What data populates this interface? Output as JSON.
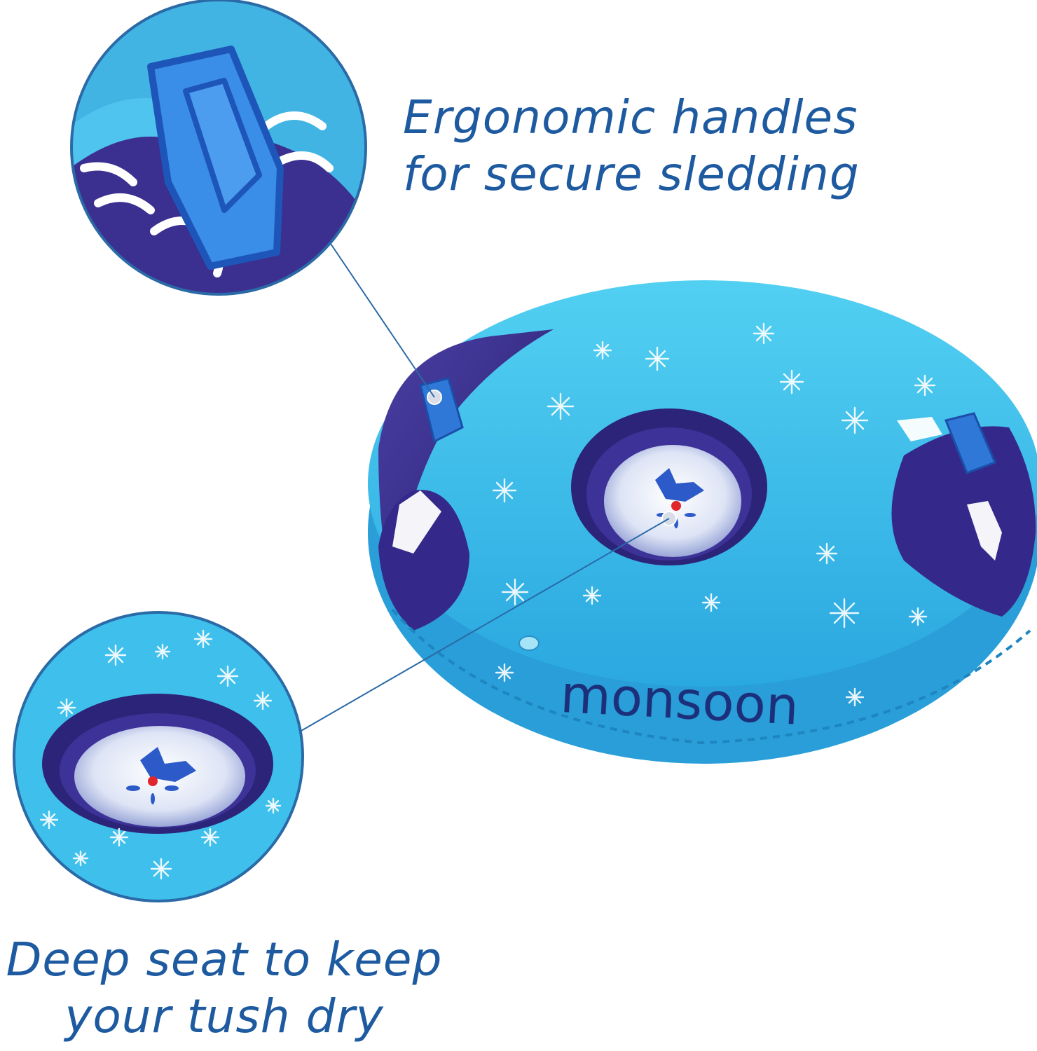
{
  "callouts": {
    "handles": {
      "line1": "Ergonomic handles",
      "line2": "for secure sledding"
    },
    "seat": {
      "line1": "Deep seat to keep",
      "line2": "your tush dry"
    }
  },
  "product": {
    "brand": "monsoon"
  },
  "colors": {
    "caption_text": "#1e5aa0",
    "tube_light_blue": "#3cc2ec",
    "tube_dark_navy": "#3a2f8c",
    "accent_red": "#e0262b",
    "callout_ring": "#2a6aa6"
  }
}
